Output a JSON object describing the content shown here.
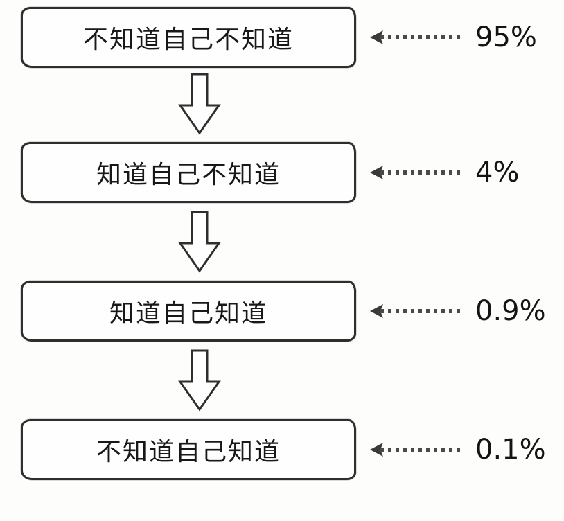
{
  "diagram": {
    "description": "Four stages of awareness funnel with percentages",
    "background_color": "#fdfdfc",
    "ink_color": "#2e2e2e"
  },
  "rows": [
    {
      "label": "不知道自己不知道",
      "percent": "95%"
    },
    {
      "label": "知道自己不知道",
      "percent": "4%"
    },
    {
      "label": "知道自己知道",
      "percent": "0.9%"
    },
    {
      "label": "不知道自己知道",
      "percent": "0.1%"
    }
  ],
  "icons": {
    "down_arrow": "hollow-down-block-arrow",
    "percent_arrow": "dotted-left-arrow"
  }
}
